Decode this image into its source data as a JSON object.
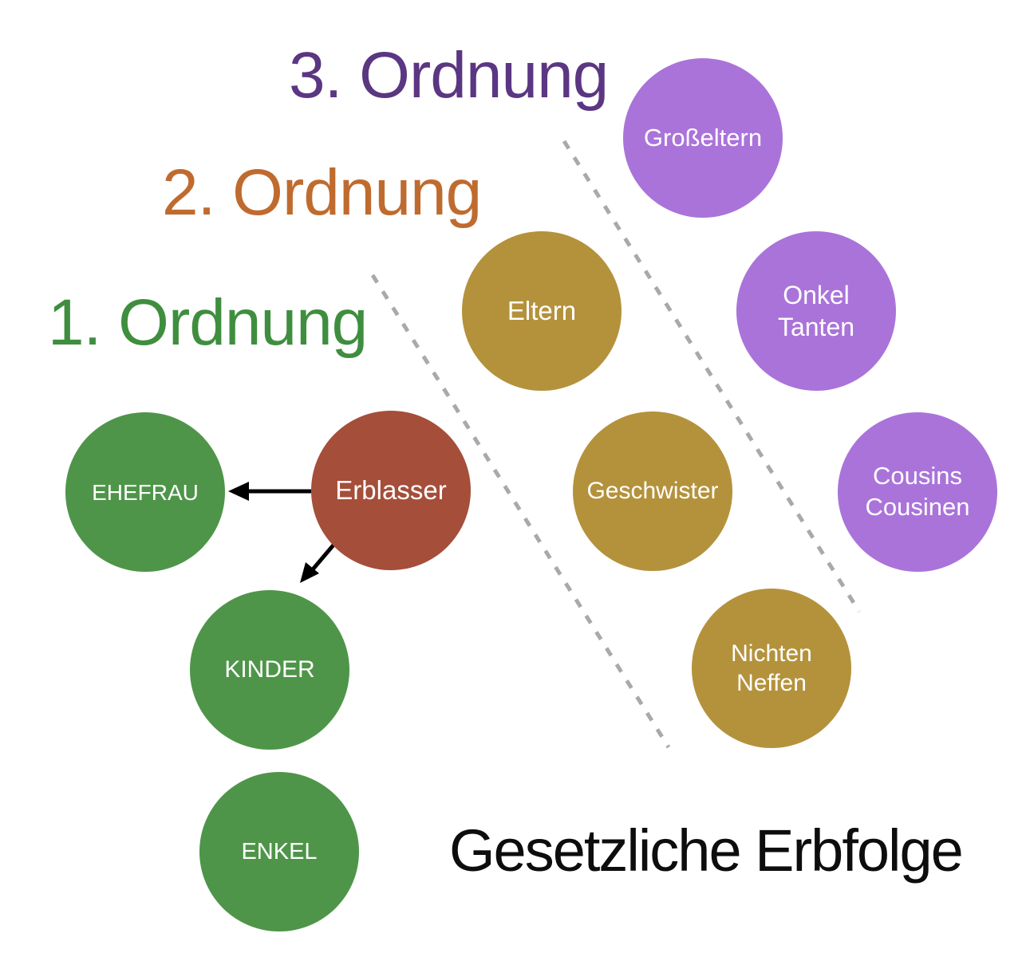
{
  "title": {
    "text": "Gesetzliche Erbfolge",
    "color": "#0d0d0d"
  },
  "headings": {
    "order1": {
      "label": "1. Ordnung",
      "color": "#3f8e3f"
    },
    "order2": {
      "label": "2. Ordnung",
      "color": "#bf6b2f"
    },
    "order3": {
      "label": "3. Ordnung",
      "color": "#5b3682"
    }
  },
  "nodes": {
    "erblasser": {
      "label": "Erblasser",
      "color": "#a54e3a"
    },
    "ehefrau": {
      "label": "EHEFRAU",
      "color": "#4e9549"
    },
    "kinder": {
      "label": "KINDER",
      "color": "#4e9549"
    },
    "enkel": {
      "label": "ENKEL",
      "color": "#4e9549"
    },
    "eltern": {
      "label": "Eltern",
      "color": "#b4923c"
    },
    "geschwister": {
      "label": "Geschwister",
      "color": "#b4923c"
    },
    "nichten_neffen": {
      "label": "Nichten\nNeffen",
      "color": "#b4923c"
    },
    "grosseltern": {
      "label": "Großeltern",
      "color": "#aa73da"
    },
    "onkel_tanten": {
      "label": "Onkel\nTanten",
      "color": "#aa73da"
    },
    "cousins_cousinen": {
      "label": "Cousins\nCousinen",
      "color": "#aa73da"
    }
  },
  "connections": [
    {
      "from": "erblasser",
      "to": "ehefrau"
    },
    {
      "from": "erblasser",
      "to": "kinder"
    }
  ],
  "divider_color": "#a9a9a9",
  "arrow_color": "#000000"
}
